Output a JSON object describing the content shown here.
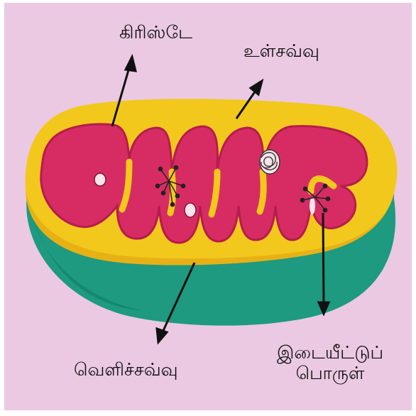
{
  "colors": {
    "background": "#ebc9e2",
    "outer_membrane": "#1d9a80",
    "outer_membrane_shadow": "#137a63",
    "intermembrane_space": "#f2c81c",
    "matrix": "#d72c63",
    "matrix_edge": "#b51c4d"
  },
  "labels": {
    "cristae": "கிரிஸ்டே",
    "inner_membrane": "உள்சவ்வு",
    "outer_membrane": "வெளிச்சவ்வு",
    "intermembrane_line1": "இடையீட்டுப்",
    "intermembrane_line2": "பொருள்"
  }
}
